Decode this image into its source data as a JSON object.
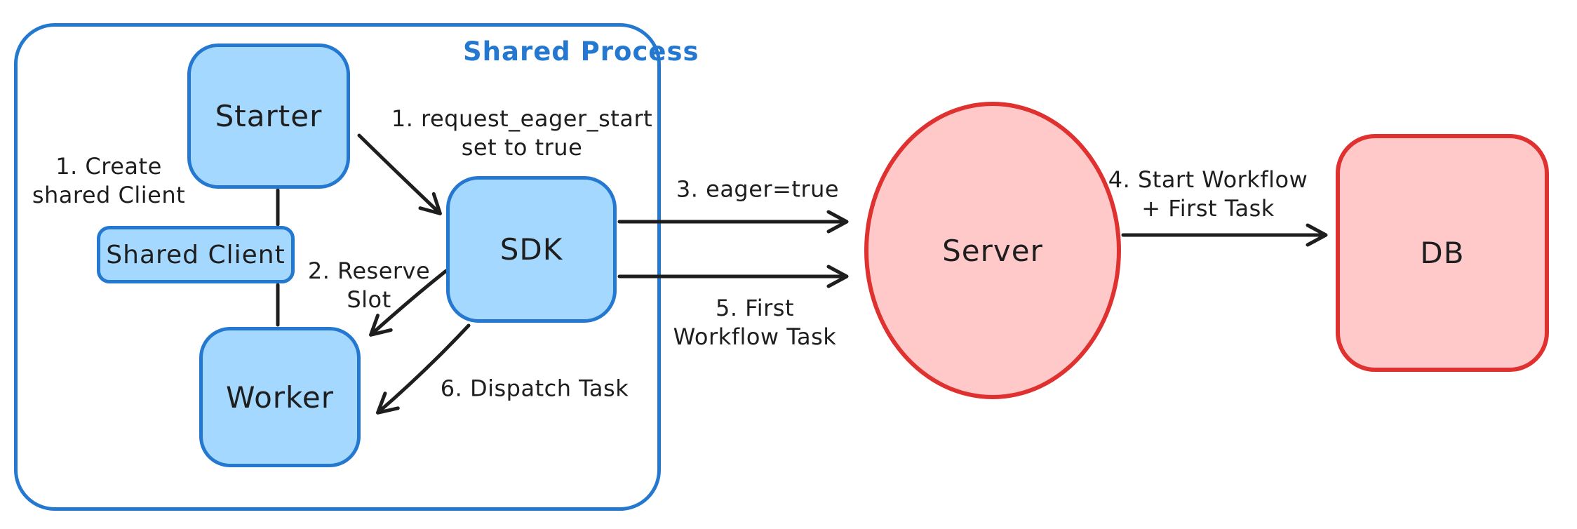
{
  "diagram": {
    "container": {
      "title": "Shared Process"
    },
    "nodes": {
      "starter": {
        "label": "Starter",
        "shape": "rounded-rect",
        "color_role": "blue"
      },
      "shared_client": {
        "label": "Shared Client",
        "shape": "rounded-rect",
        "color_role": "blue"
      },
      "worker": {
        "label": "Worker",
        "shape": "rounded-rect",
        "color_role": "blue"
      },
      "sdk": {
        "label": "SDK",
        "shape": "rounded-rect",
        "color_role": "blue"
      },
      "server": {
        "label": "Server",
        "shape": "ellipse",
        "color_role": "red"
      },
      "db": {
        "label": "DB",
        "shape": "rounded-rect",
        "color_role": "red"
      }
    },
    "edges": [
      {
        "from": "starter",
        "to": "shared_client",
        "style": "line",
        "label": "1. Create\nshared Client"
      },
      {
        "from": "shared_client",
        "to": "worker",
        "style": "line",
        "label": ""
      },
      {
        "from": "starter",
        "to": "sdk",
        "style": "arrow",
        "label": "1. request_eager_start\nset to true"
      },
      {
        "from": "sdk",
        "to": "worker",
        "style": "arrow",
        "label": "2. Reserve\nSlot"
      },
      {
        "from": "sdk",
        "to": "server",
        "style": "arrow",
        "label": "3. eager=true"
      },
      {
        "from": "server",
        "to": "db",
        "style": "arrow",
        "label": "4. Start Workflow\n+ First Task"
      },
      {
        "from": "sdk",
        "to": "server",
        "style": "arrow",
        "label": "5. First\nWorkflow Task"
      },
      {
        "from": "sdk",
        "to": "worker",
        "style": "arrow",
        "label": "6. Dispatch Task"
      }
    ],
    "colors": {
      "blue_stroke": "#2478d0",
      "blue_fill": "#a5d8ff",
      "red_stroke": "#e03131",
      "red_fill": "#ffc9c9",
      "line": "#1e1e1e",
      "text": "#1e1e1e"
    }
  }
}
